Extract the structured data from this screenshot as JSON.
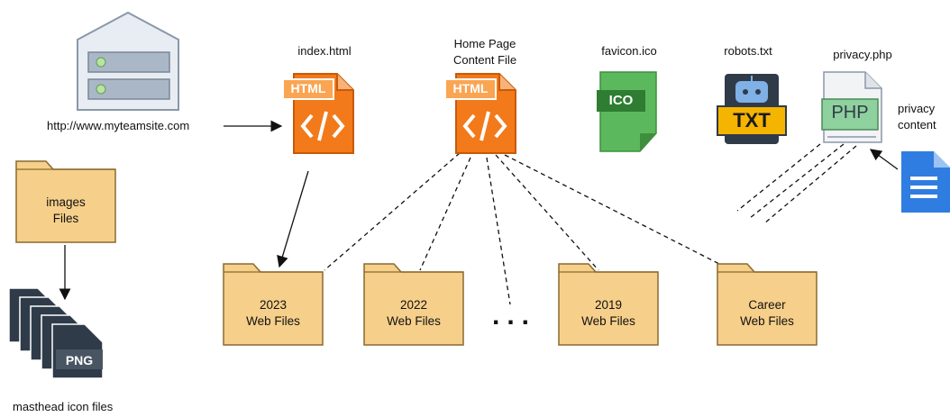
{
  "labels": {
    "server_url": "http://www.myteamsite.com",
    "index_html": "index.html",
    "home_page_line1": "Home Page",
    "home_page_line2": "Content File",
    "favicon": "favicon.ico",
    "robots": "robots.txt",
    "privacy_php": "privacy.php",
    "privacy_content_line1": "privacy",
    "privacy_content_line2": "content",
    "masthead": "masthead icon files",
    "ellipsis": "..."
  },
  "icons": {
    "html_tag": "HTML",
    "ico_tag": "ICO",
    "txt_tag": "TXT",
    "php_tag": "PHP",
    "png_tag": "PNG"
  },
  "folders": [
    {
      "line1": "images",
      "line2": "Files"
    },
    {
      "line1": "2023",
      "line2": "Web Files"
    },
    {
      "line1": "2022",
      "line2": "Web Files"
    },
    {
      "line1": "2019",
      "line2": "Web Files"
    },
    {
      "line1": "Career",
      "line2": "Web Files"
    }
  ],
  "colors": {
    "folder_fill": "#f6cf8a",
    "folder_stroke": "#8a6a2e",
    "html_orange": "#f27a1a",
    "ico_green": "#5cb85c",
    "txt_dark": "#2f3b48",
    "php_green": "#8fd19e",
    "doc_blue": "#2f7de1"
  }
}
